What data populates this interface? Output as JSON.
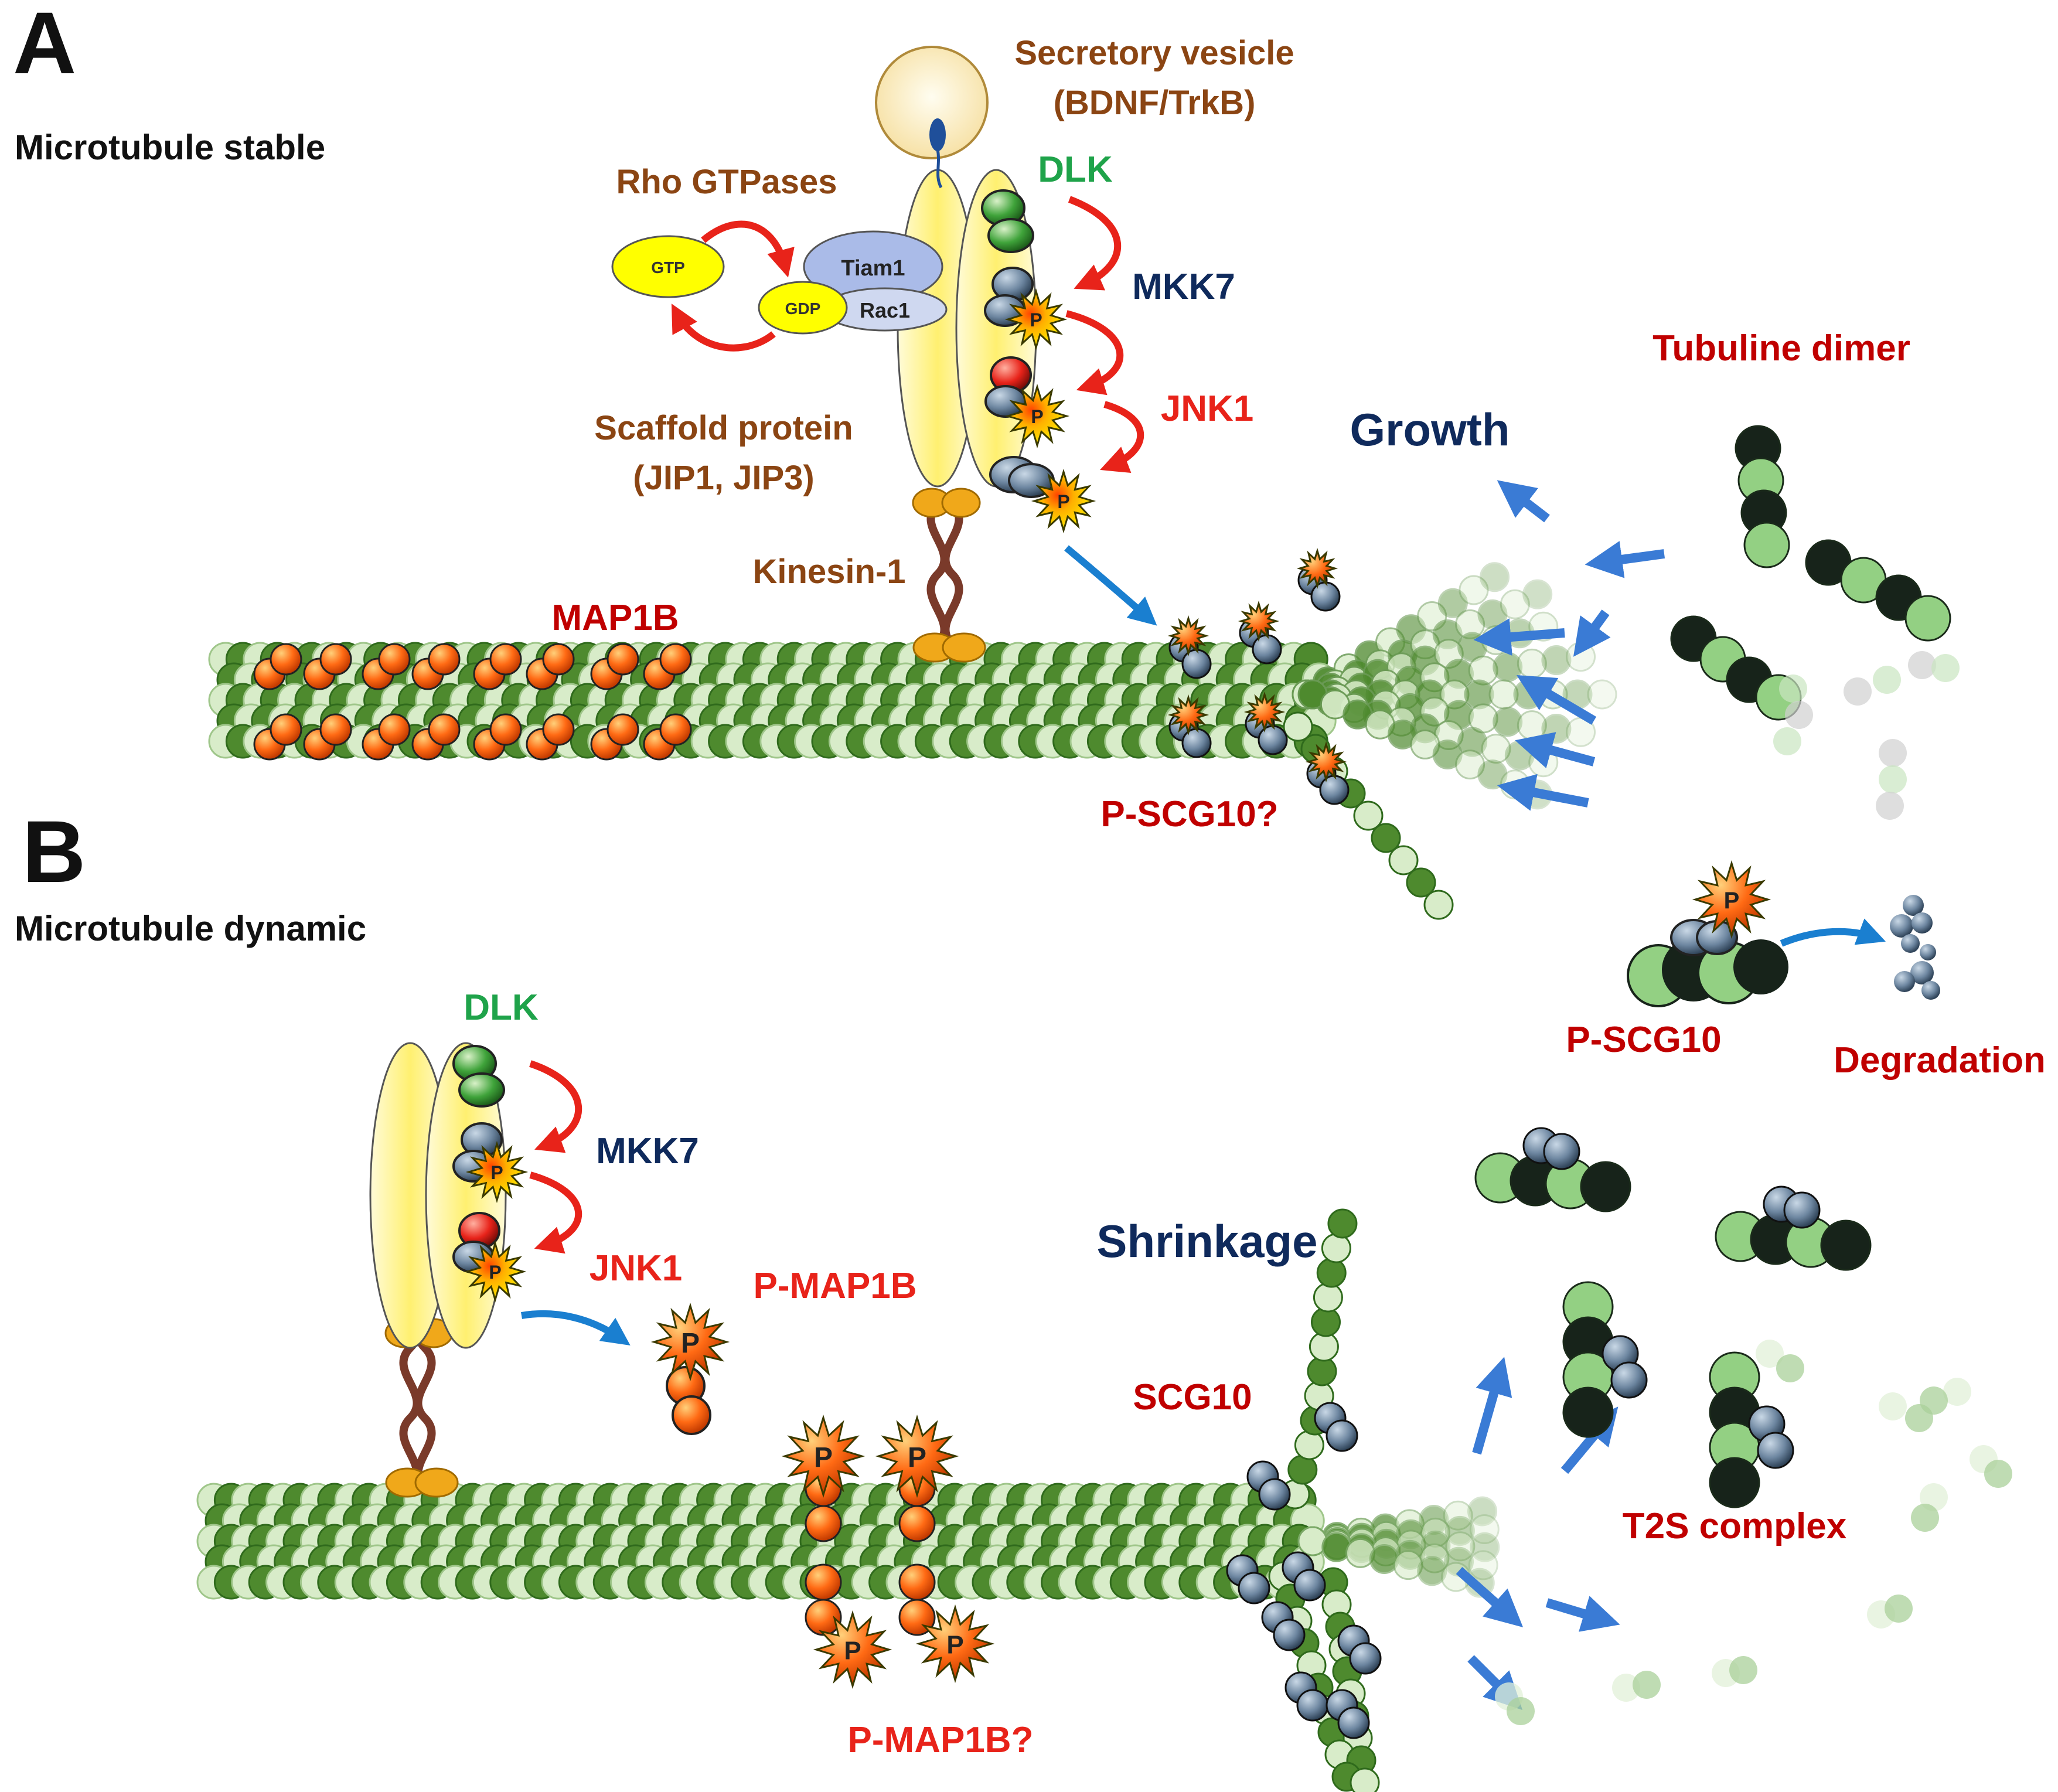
{
  "panel_a": {
    "letter": "A",
    "subtitle": "Microtubule stable",
    "labels": {
      "secretory_vesicle_line1": "Secretory vesicle",
      "secretory_vesicle_line2": "(BDNF/TrkB)",
      "rho_gtpases": "Rho GTPases",
      "gtp": "GTP",
      "gdp": "GDP",
      "tiam1": "Tiam1",
      "rac1": "Rac1",
      "dlk": "DLK",
      "mkk7": "MKK7",
      "jnk1": "JNK1",
      "scaffold_line1": "Scaffold protein",
      "scaffold_line2": "(JIP1, JIP3)",
      "kinesin": "Kinesin-1",
      "map1b": "MAP1B",
      "tubulin_dimer": "Tubuline dimer",
      "growth": "Growth",
      "p_scg10_q": "P-SCG10?",
      "p_scg10": "P-SCG10",
      "degradation": "Degradation"
    }
  },
  "panel_b": {
    "letter": "B",
    "subtitle": "Microtubule dynamic",
    "labels": {
      "dlk": "DLK",
      "mkk7": "MKK7",
      "jnk1": "JNK1",
      "p_map1b": "P-MAP1B",
      "scg10": "SCG10",
      "shrinkage": "Shrinkage",
      "t2s_complex": "T2S complex",
      "p_map1b_q": "P-MAP1B?"
    }
  },
  "phospho_mark": "P",
  "colors": {
    "brown_label": "#8b4513",
    "red_label": "#c00000",
    "bright_red": "#e8231a",
    "green_label": "#1fa34a",
    "navy_label": "#0f2a5c",
    "tubulin_dark": "#4e8a2e",
    "tubulin_light": "#d8ecc9",
    "dimer_dark": "#17231a",
    "dimer_light": "#93d083",
    "scg10_blue": "#5a7590",
    "map1b_orange": "#ff6a14",
    "arrow_blue": "#3a7bd5",
    "arrow_red": "#e8231a",
    "star_yellow": "#ffe600"
  }
}
